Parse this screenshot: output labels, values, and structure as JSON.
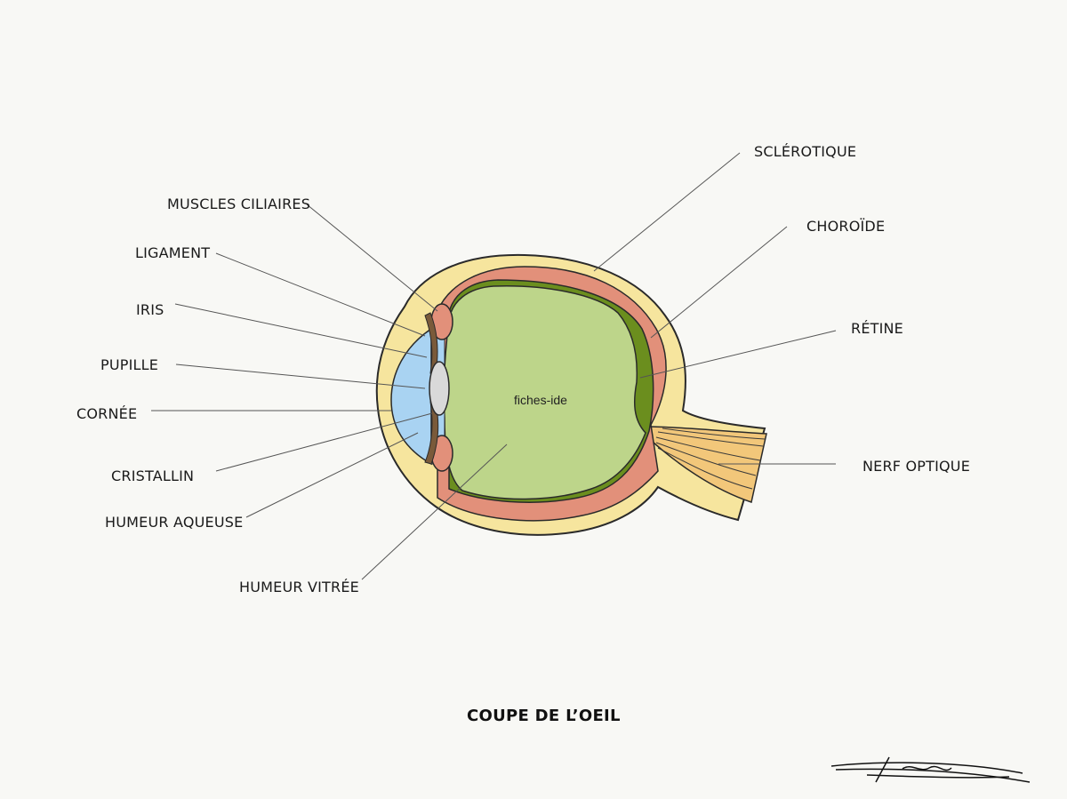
{
  "labels": {
    "muscles_ciliaires": "MUSCLES CILIAIRES",
    "ligament": "LIGAMENT",
    "iris": "IRIS",
    "pupille": "PUPILLE",
    "cornee": "CORNÉE",
    "cristallin": "CRISTALLIN",
    "humeur_aqueuse": "HUMEUR AQUEUSE",
    "humeur_vitree": "HUMEUR VITRÉE",
    "sclerotique": "SCLÉROTIQUE",
    "choroide": "CHOROÏDE",
    "retine": "RÉTINE",
    "nerf_optique": "NERF OPTIQUE"
  },
  "watermark": "fiches-ide",
  "title": "COUPE DE L’OEIL",
  "signature": "Léona",
  "colors": {
    "background": "#f8f8f5",
    "sclera": "#f6e59e",
    "choroid": "#e2907a",
    "retina": "#6b8e1e",
    "vitreous": "#bdd58a",
    "cornea_aqueous": "#a9d3f2",
    "lens": "#d9d9d9",
    "iris": "#7a5a3a",
    "optic_nerve": "#f2c77a",
    "outline": "#2a2a2a"
  }
}
